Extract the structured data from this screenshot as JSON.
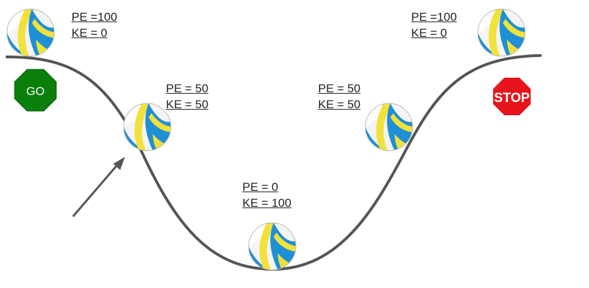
{
  "labels": [
    {
      "pe": "PE =100",
      "ke": "KE = 0"
    },
    {
      "pe": "PE = 50",
      "ke": "KE = 50"
    },
    {
      "pe": "PE = 0",
      "ke": "KE = 100"
    },
    {
      "pe": "PE = 50",
      "ke": "KE = 50"
    },
    {
      "pe": "PE =100",
      "ke": "KE = 0"
    }
  ],
  "signs": {
    "go": {
      "text": "GO",
      "color": "#0a7f0a"
    },
    "stop": {
      "text": "STOP",
      "color": "#e8141b"
    }
  },
  "ball_colors": {
    "blue": "#1f8fd6",
    "yellow": "#f2e13a",
    "white": "#f4f4f4"
  },
  "curve_color": "#555555",
  "arrow_color": "#555555",
  "icons": {
    "ball": "volleyball-icon",
    "arrow": "pointer-arrow-icon"
  }
}
